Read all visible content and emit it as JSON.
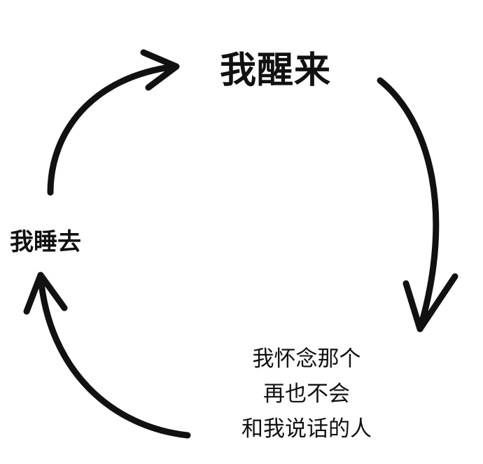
{
  "diagram": {
    "type": "cycle",
    "nodes": [
      {
        "id": "wake",
        "text": "我醒来"
      },
      {
        "id": "miss",
        "lines": [
          "我怀念那个",
          "再也不会",
          "和我说话的人"
        ]
      },
      {
        "id": "sleep",
        "text": "我睡去"
      }
    ],
    "edges": [
      {
        "from": "wake",
        "to": "miss"
      },
      {
        "from": "miss",
        "to": "sleep"
      },
      {
        "from": "sleep",
        "to": "wake"
      }
    ],
    "colors": {
      "ink": "#111111",
      "background": "#ffffff"
    }
  }
}
